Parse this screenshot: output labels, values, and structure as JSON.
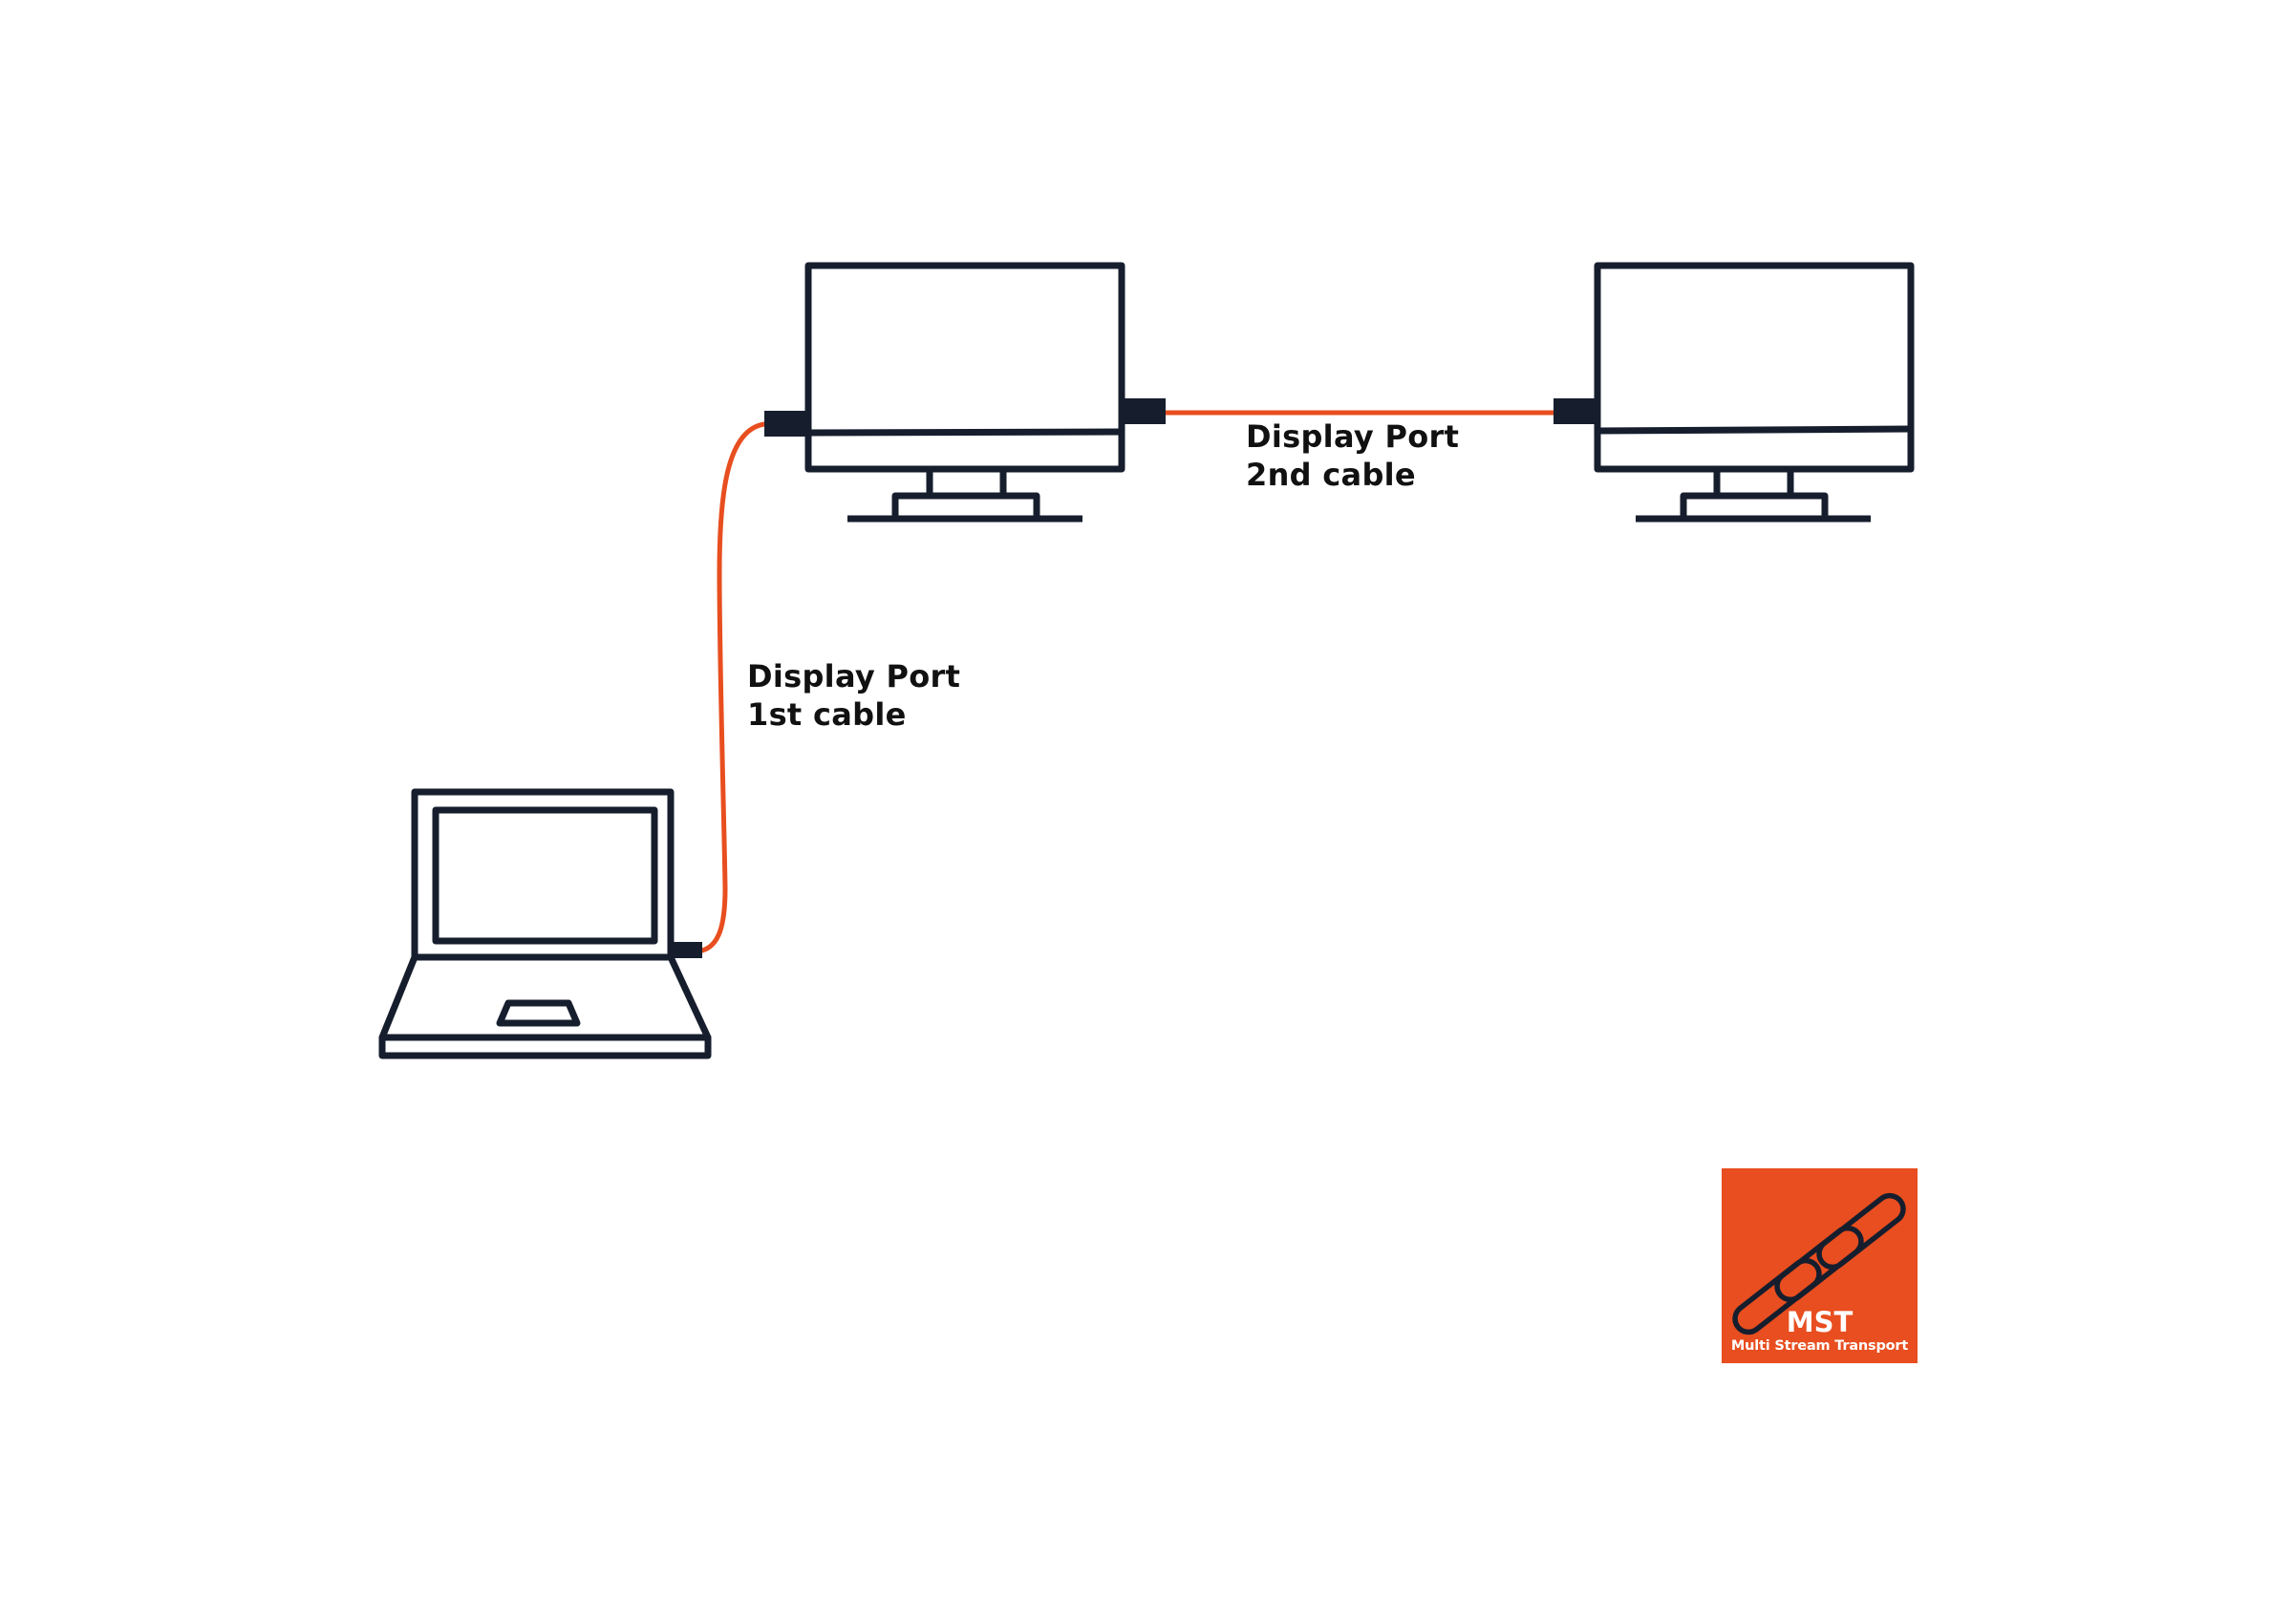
{
  "colors": {
    "device_stroke": "#161e2e",
    "cable": "#e84e1f",
    "badge_background": "#e84e1f",
    "badge_text": "#ffffff",
    "label_text": "#111111",
    "background": "#ffffff"
  },
  "devices": [
    {
      "id": "laptop",
      "type": "laptop-icon"
    },
    {
      "id": "monitor-1",
      "type": "monitor-icon"
    },
    {
      "id": "monitor-2",
      "type": "monitor-icon"
    }
  ],
  "connections": [
    {
      "from": "laptop",
      "to": "monitor-1",
      "label_lines": [
        "Display Port",
        "1st cable"
      ]
    },
    {
      "from": "monitor-1",
      "to": "monitor-2",
      "label_lines": [
        "Display Port",
        "2nd cable"
      ]
    }
  ],
  "badge": {
    "icon": "chain-link-icon",
    "title": "MST",
    "subtitle": "Multi Stream Transport"
  }
}
